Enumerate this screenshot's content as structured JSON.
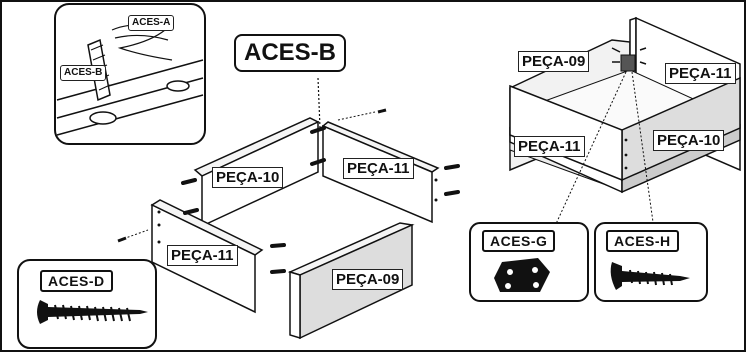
{
  "labels": {
    "aces_b": "ACES-B",
    "detail_aces_a": "ACES-A",
    "detail_aces_b": "ACES-B",
    "peca_10_left": "PEÇA-10",
    "peca_11_back": "PEÇA-11",
    "peca_11_front": "PEÇA-11",
    "peca_09_front": "PEÇA-09",
    "peca_09_assembled": "PEÇA-09",
    "peca_11_assembled_right": "PEÇA-11",
    "peca_11_assembled_left": "PEÇA-11",
    "peca_10_assembled": "PEÇA-10",
    "aces_d": "ACES-D",
    "aces_g": "ACES-G",
    "aces_h": "ACES-H"
  }
}
